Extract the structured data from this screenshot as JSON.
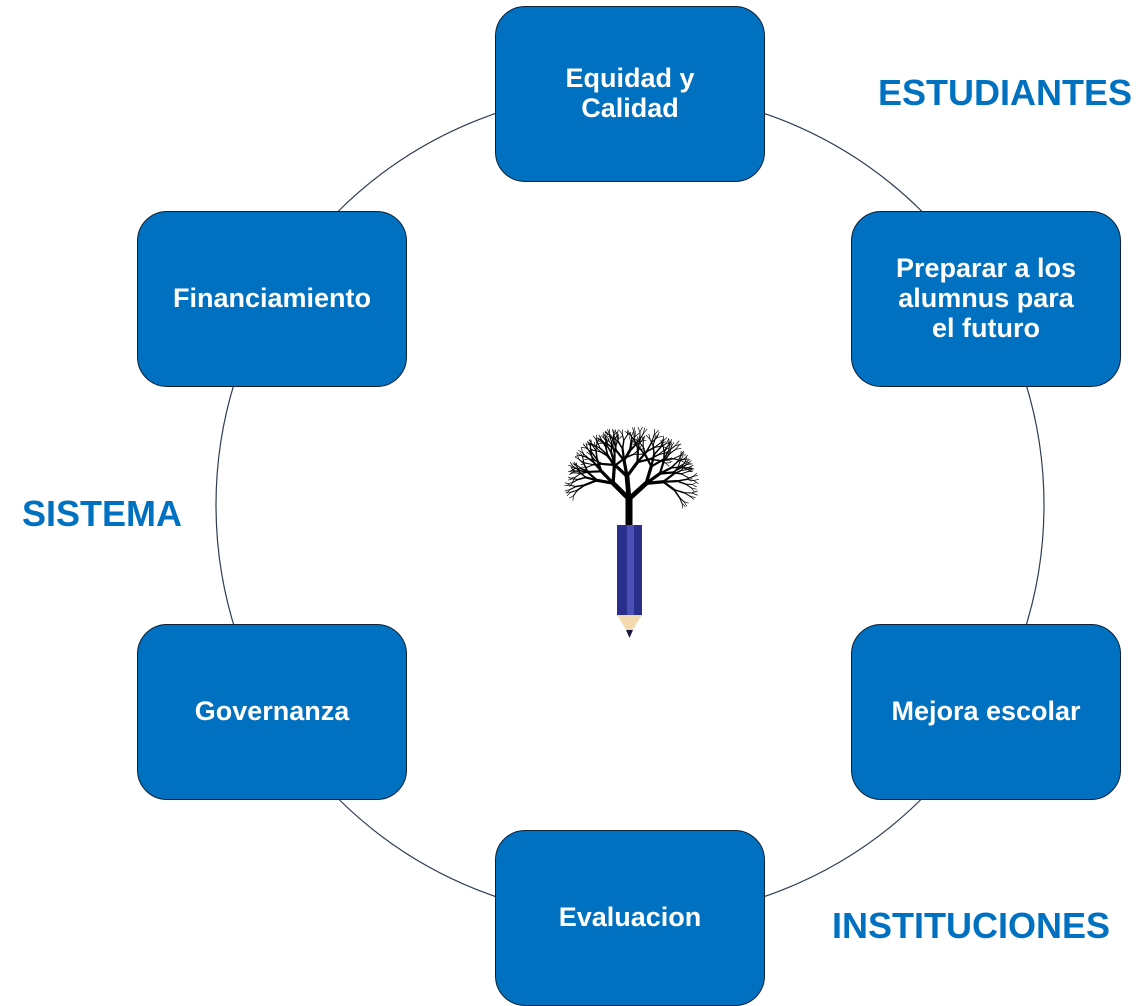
{
  "diagram": {
    "nodes": [
      {
        "id": "node-top",
        "label": "Equidad y\nCalidad"
      },
      {
        "id": "node-upper-right",
        "label": "Preparar a los\nalumnus para\nel futuro"
      },
      {
        "id": "node-lower-right",
        "label": "Mejora escolar"
      },
      {
        "id": "node-bottom",
        "label": "Evaluacion"
      },
      {
        "id": "node-lower-left",
        "label": "Governanza"
      },
      {
        "id": "node-upper-left",
        "label": "Financiamiento"
      }
    ],
    "categories": {
      "estudiantes": "ESTUDIANTES",
      "sistema": "SISTEMA",
      "instituciones": "INSTITUCIONES"
    },
    "center_image": {
      "icon": "tree-pencil-icon"
    }
  },
  "colors": {
    "node_fill": "#0070c0",
    "node_border": "#0d2236",
    "node_text": "#ffffff",
    "category_text": "#0070c0",
    "ring_line": "#2e3c52",
    "pencil_body": "#2a2f8c",
    "tree_ink": "#000000"
  }
}
